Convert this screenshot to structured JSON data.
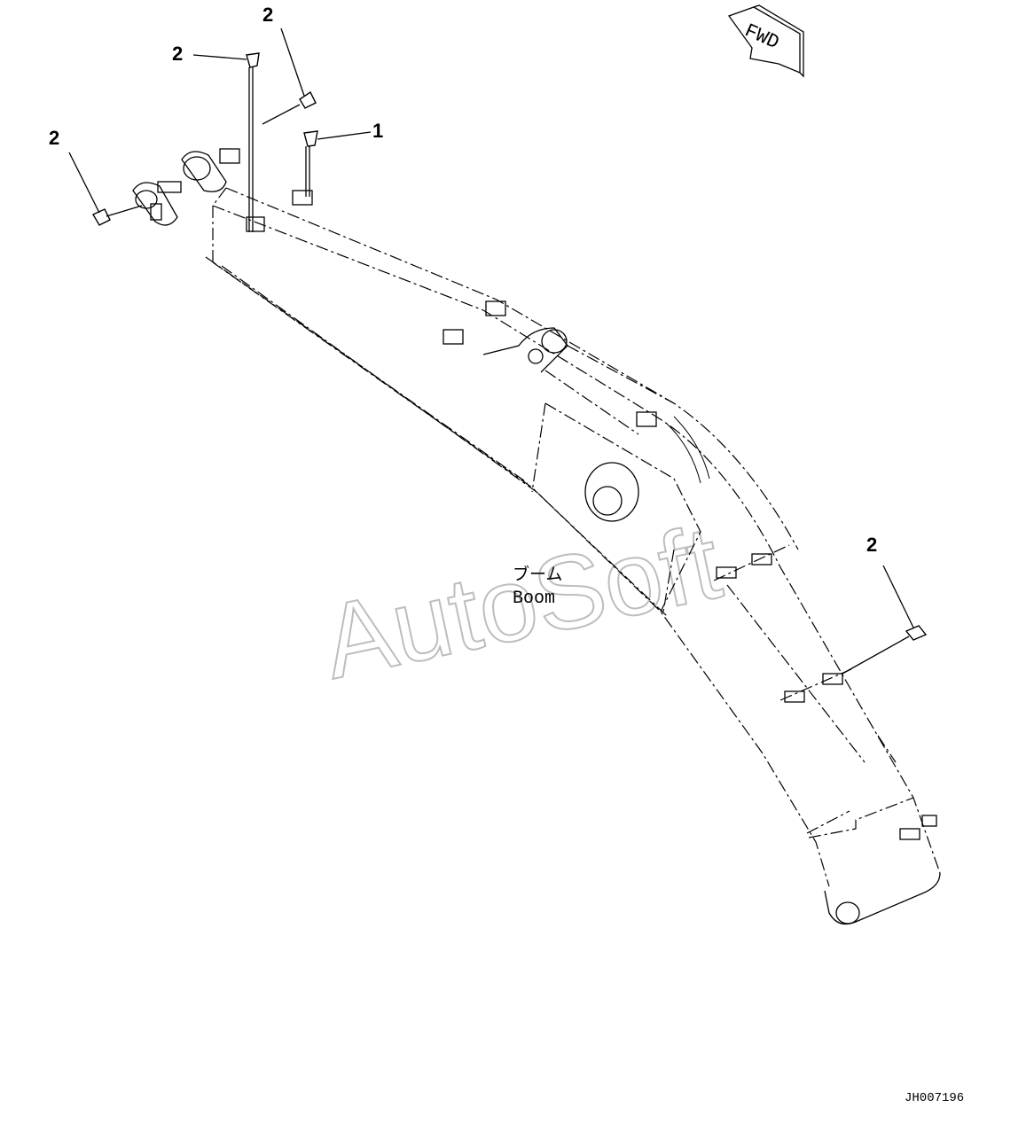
{
  "fwd_label": "FWD",
  "callouts": [
    "2",
    "2",
    "1",
    "2",
    "2"
  ],
  "boom_label_jp": "ブーム",
  "boom_label_en": "Boom",
  "watermark": "AutoSoft",
  "drawing_code": "JH007196"
}
